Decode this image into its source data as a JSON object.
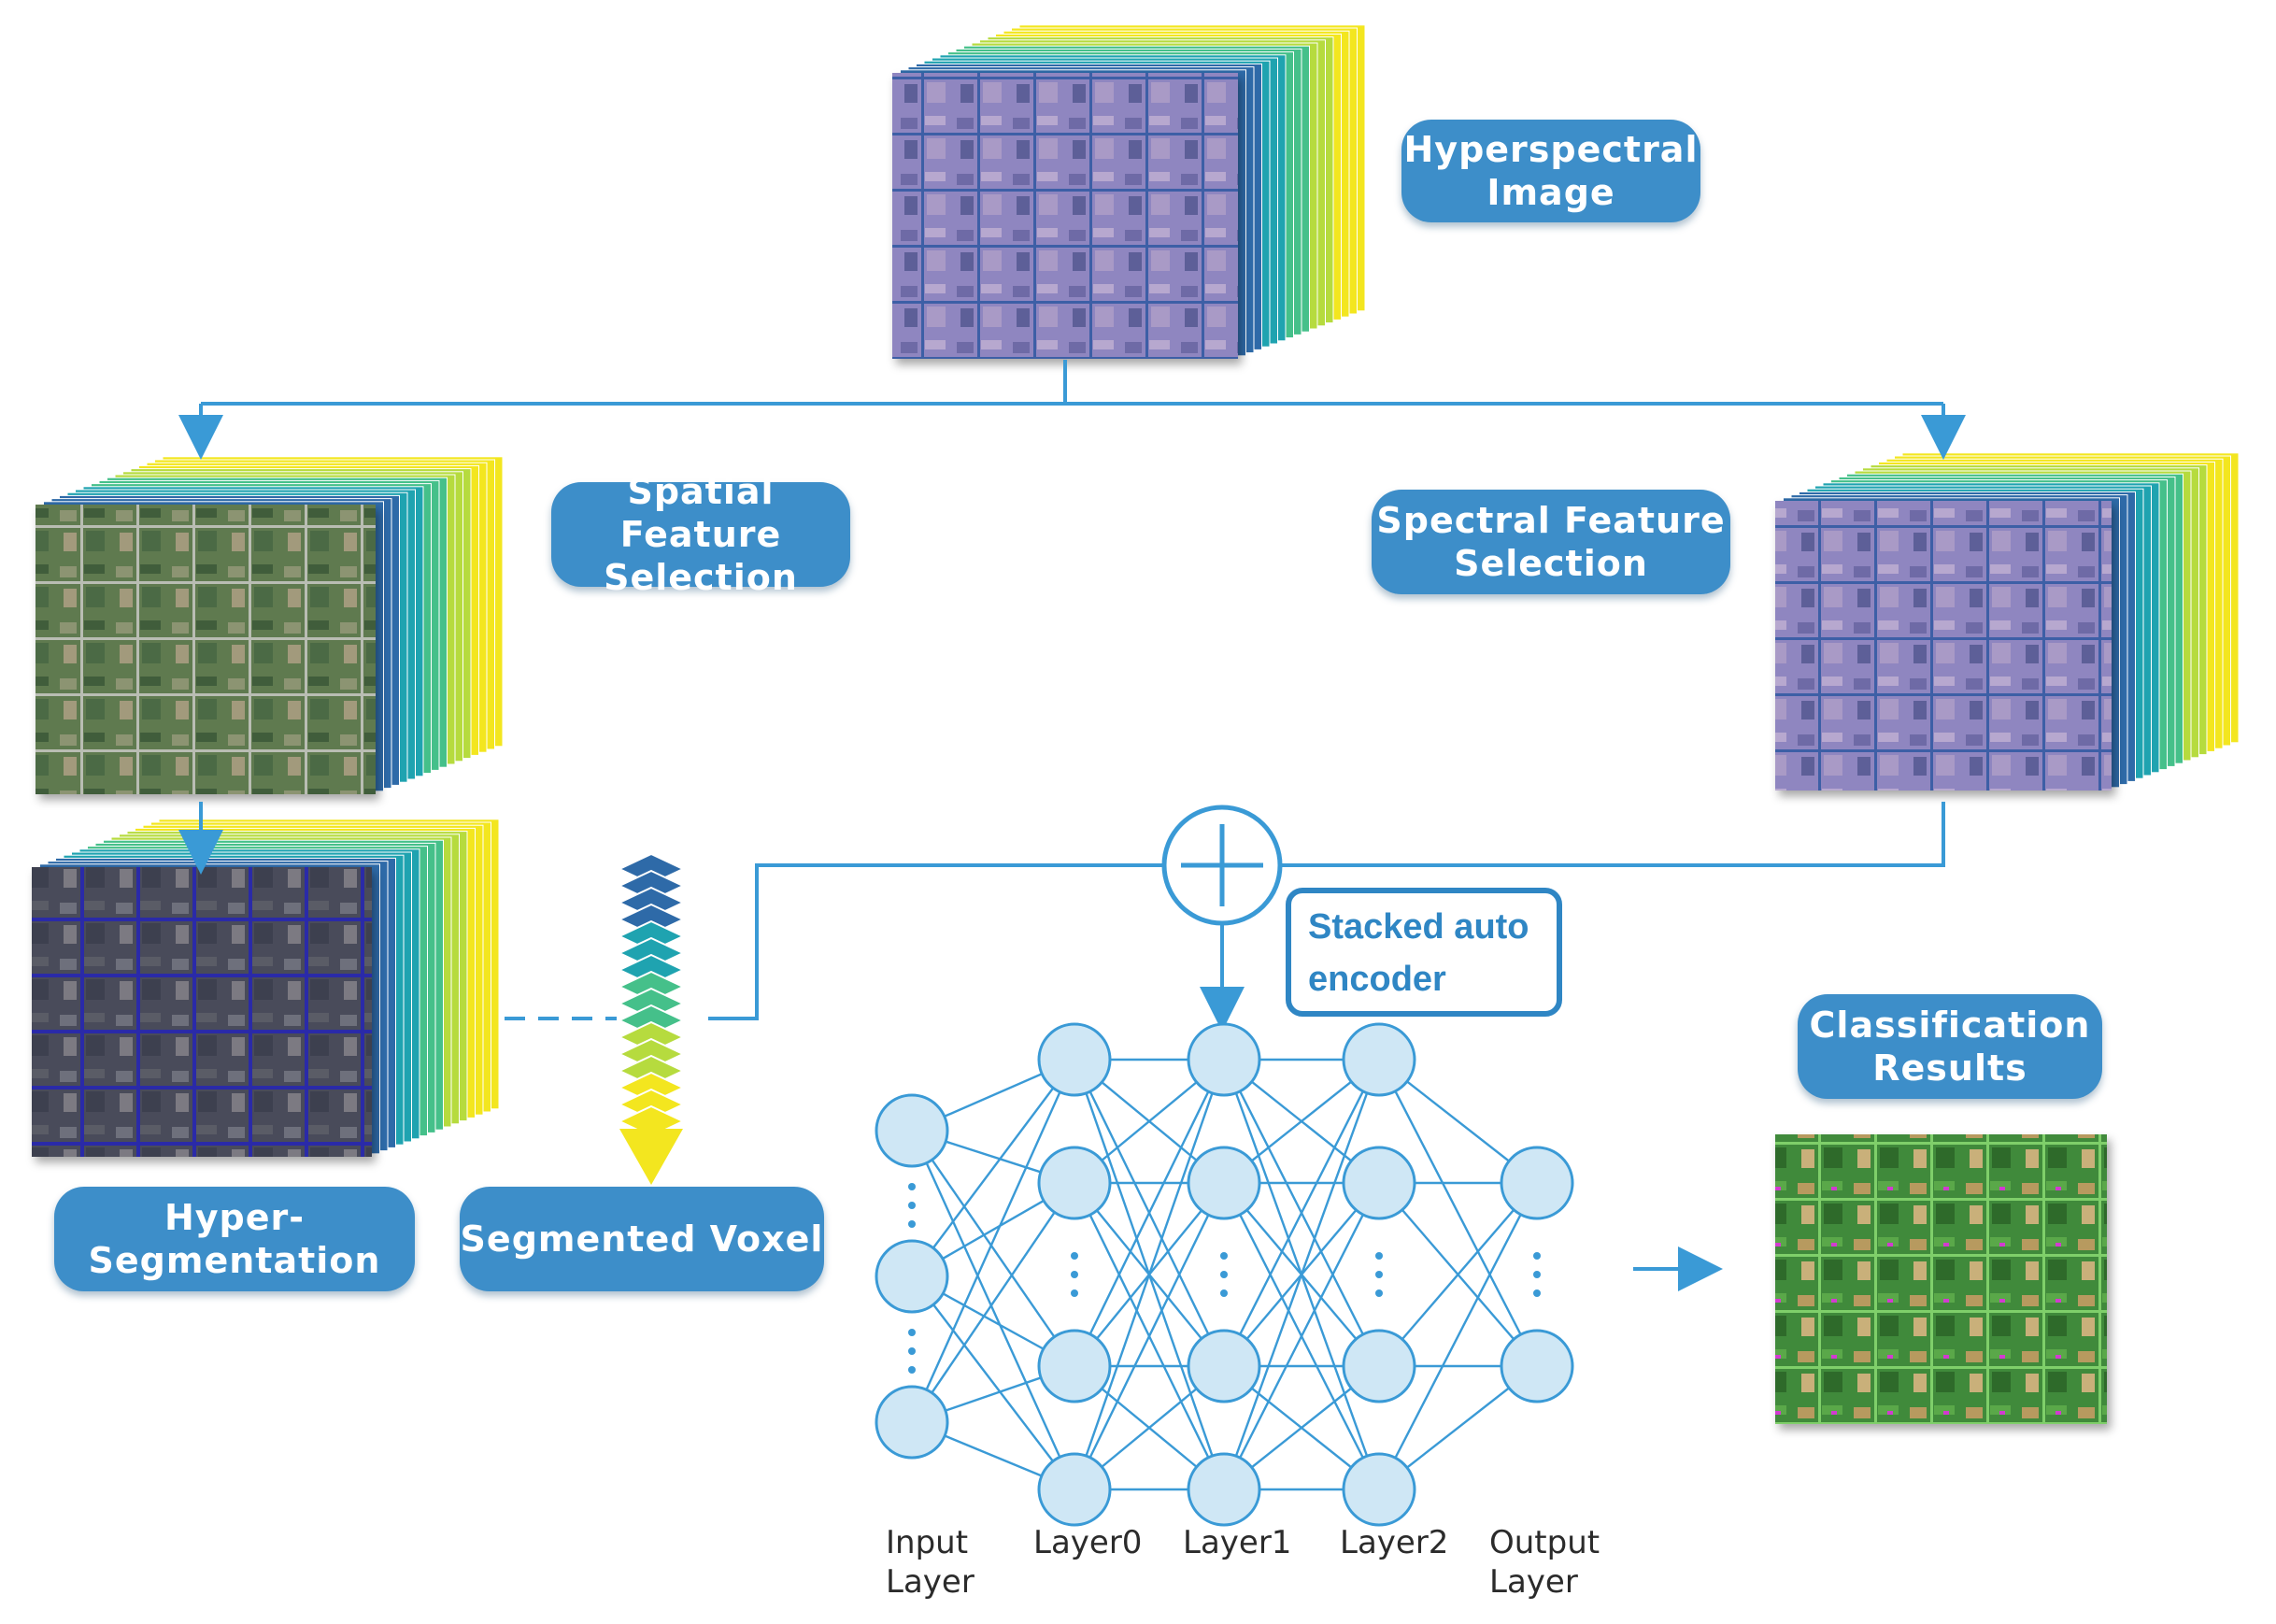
{
  "labels": {
    "hyperspectral_image": "Hyperspectral\nImage",
    "spatial_feature_selection": "Spatial Feature\nSelection",
    "spectral_feature_selection": "Spectral Feature\nSelection",
    "hyper_segmentation": "Hyper-\nSegmentation",
    "segmented_voxel": "Segmented Voxel",
    "stacked_auto_encoder": "Stacked auto\nencoder",
    "classification_results": "Classification\nResults"
  },
  "network": {
    "layers": [
      {
        "name": "Input\nLayer",
        "visible_nodes": 3
      },
      {
        "name": "Layer0",
        "visible_nodes": 4
      },
      {
        "name": "Layer1",
        "visible_nodes": 4
      },
      {
        "name": "Layer2",
        "visible_nodes": 4
      },
      {
        "name": "Output\nLayer",
        "visible_nodes": 2
      }
    ]
  },
  "colors": {
    "pill": "#3d8ec9",
    "line": "#3a9ad6",
    "node_fill": "#cfe7f5",
    "node_stroke": "#3a9ad6",
    "gradient_stops": [
      "#2e6aa8",
      "#1fa3b0",
      "#45c08a",
      "#b6db3e",
      "#f3e61f"
    ]
  }
}
